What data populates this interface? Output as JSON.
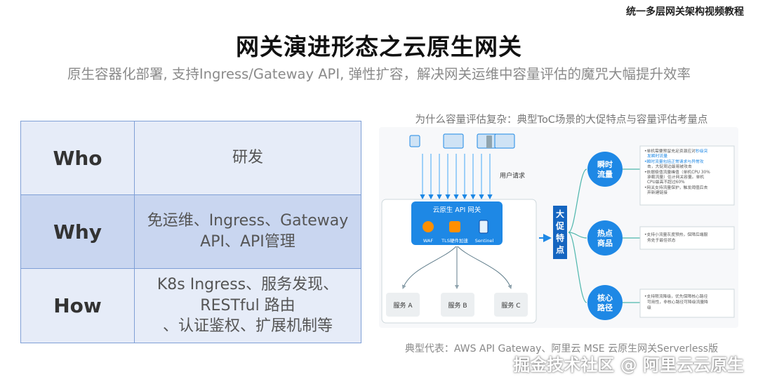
{
  "brand": "统一多层网关架构视频教程",
  "title": "网关演进形态之云原生网关",
  "subtitle": "原生容器化部署, 支持Ingress/Gateway API, 弹性扩容，解决网关运维中容量评估的魔咒大幅提升效率",
  "table": {
    "rows": [
      {
        "key": "Who",
        "value_lines": [
          "研发"
        ]
      },
      {
        "key": "Why",
        "value_lines": [
          "免运维、Ingress、Gateway",
          "API、API管理"
        ]
      },
      {
        "key": "How",
        "value_lines": [
          "K8s Ingress、服务发现、",
          "RESTful 路由",
          "、认证鉴权、扩展机制等"
        ]
      }
    ]
  },
  "diagram": {
    "caption": "为什么容量评估复杂：典型ToC场景的大促特点与容量评估考量点",
    "user_request": "用户请求",
    "gateway_title": "云原生 API 网关",
    "gateway_components": [
      "WAF",
      "TLS硬件加速",
      "Sentinel"
    ],
    "services": [
      "服务 A",
      "服务 B",
      "服务 C"
    ],
    "promo_label": [
      "大",
      "促",
      "特",
      "点"
    ],
    "features": [
      {
        "label": [
          "瞬时",
          "流量"
        ],
        "bullets": [
          [
            "单机需要预留充足资源应对",
            "秒级突",
            "发瞬时流量"
          ],
          [
            "瞬时流量包括正常请求与异常攻",
            "击，大促周边最易被攻击"
          ],
          [
            "依据极值流量峰值（单机CPU 30%",
            "承载流量）估计网关容量。单机",
            "CPU最高不超过60%"
          ],
          [
            "网关支持流量保护，触发阈值后去",
            "弃新建链接"
          ]
        ]
      },
      {
        "label": [
          "热点",
          "商品"
        ],
        "bullets": [
          [
            "支持小流量灰度预热，保障后端服",
            "务处于最佳状态"
          ]
        ]
      },
      {
        "label": [
          "核心",
          "路径"
        ],
        "bullets": [
          [
            "支持限流降级，优先保障核心路径",
            "可用性，非核心路径可降级流量降",
            "级"
          ]
        ]
      }
    ],
    "colors": {
      "blue": "#1e88e5",
      "dark_blue": "#1565c0",
      "orange": "#f57c00",
      "teal": "#26a69a",
      "highlight": "#1e88e5"
    }
  },
  "bottom_caption": "典型代表：AWS API Gateway、阿里云 MSE 云原生网关Serverless版",
  "watermark": "掘金技术社区 @ 阿里云云原生"
}
